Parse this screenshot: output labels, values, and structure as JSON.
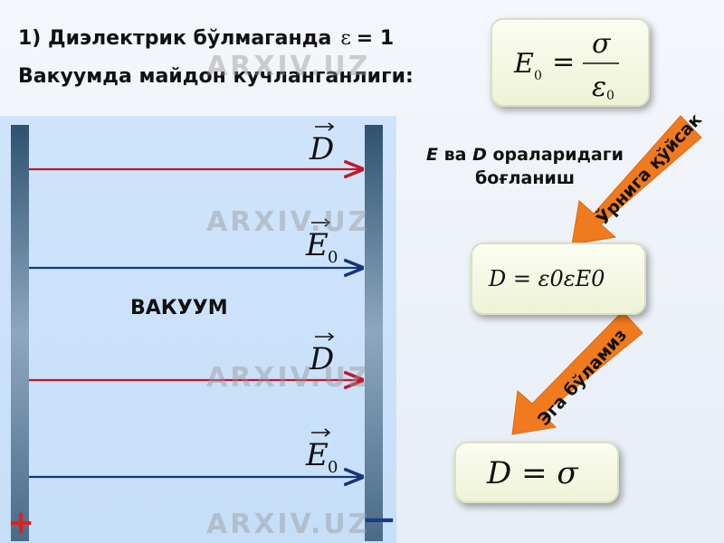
{
  "header": {
    "line1_prefix": "1)   Диэлектрик бўлмаганда",
    "epsilon_symbol": "ε",
    "line1_suffix": "= 1",
    "line2": "Вакуумда майдон кучланганлиги:"
  },
  "vacuum_label": "ВАКУУМ",
  "field_lines": [
    {
      "symbol": "D",
      "subscript": "",
      "color": "#c0182a"
    },
    {
      "symbol": "E",
      "subscript": "0",
      "color": "#14357a"
    },
    {
      "symbol": "D",
      "subscript": "",
      "color": "#c0182a"
    },
    {
      "symbol": "E",
      "subscript": "0",
      "color": "#14357a"
    }
  ],
  "plates": {
    "plus": "+",
    "minus": "—"
  },
  "relation_text": {
    "e": "E",
    "and": " ва ",
    "d": "D",
    "rest": " ораларидаги боғланиш"
  },
  "arrow_labels": {
    "first": "Ўрнига қўйсак",
    "second": "Эга бўламиз"
  },
  "formulas": {
    "f1_lhs": "E",
    "f1_lhs_sub": "0",
    "f1_num": "σ",
    "f1_den": "ε",
    "f1_den_sub": "0",
    "f2": "D = ε0εE0",
    "f3": "D = σ"
  },
  "colors": {
    "d_line": "#c0182a",
    "e_line": "#14357a",
    "arrow_orange": "#f07a1e",
    "plus_red": "#e02020",
    "minus_blue": "#1a3a8c"
  },
  "watermark": "ARXIV.UZ"
}
